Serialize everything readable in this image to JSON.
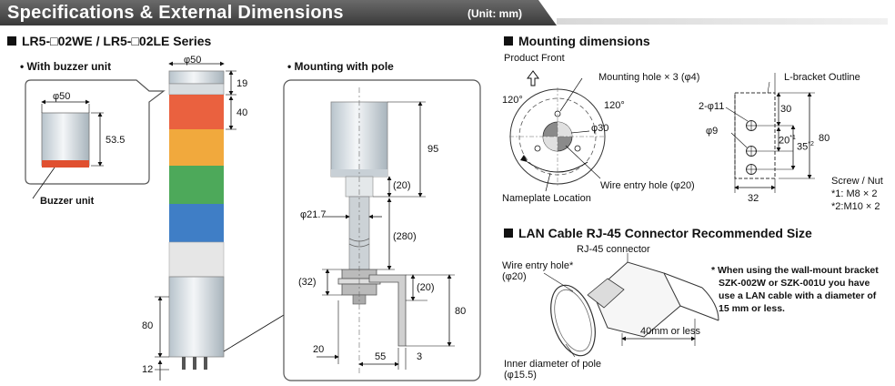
{
  "header": {
    "title": "Specifications & External Dimensions",
    "unit": "(Unit: mm)"
  },
  "left": {
    "series_title": "LR5-□02WE / LR5-□02LE Series",
    "buzzer_title": "• With buzzer unit",
    "buzzer_dims": {
      "dia": "φ50",
      "height": "53.5"
    },
    "buzzer_label": "Buzzer unit",
    "tower_dims": {
      "dia": "φ50",
      "d19": "19",
      "d40": "40",
      "d80": "80",
      "d12": "12"
    },
    "pole_title": "• Mounting with pole",
    "pole_dims": {
      "d95": "95",
      "d20a": "(20)",
      "dia217": "φ21.7",
      "d280": "(280)",
      "d32": "(32)",
      "d20b": "(20)",
      "d80": "80",
      "d20c": "20",
      "d55": "55",
      "d3": "3"
    }
  },
  "mounting": {
    "title": "Mounting dimensions",
    "product_front": "Product Front",
    "mounting_hole": "Mounting hole × 3 (φ4)",
    "angle1": "120°",
    "angle2": "120°",
    "dia30": "φ30",
    "wire_entry": "Wire entry hole (φ20)",
    "nameplate": "Nameplate Location",
    "bracket_outline": "L-bracket Outline",
    "hole2": "2-φ11",
    "hole9": "φ9",
    "d30": "30",
    "d20": "20",
    "d20_sup": "*1",
    "d35": "35",
    "d35_sup": "*2",
    "d80": "80",
    "d32": "32",
    "screw_title": "Screw / Nut",
    "screw1": "*1: M8 × 2",
    "screw2": "*2:M10 × 2"
  },
  "lan": {
    "title": "LAN Cable RJ-45 Connector Recommended Size",
    "rj45": "RJ-45 connector",
    "wire_entry_1": "Wire entry hole*",
    "wire_entry_2": "(φ20)",
    "length": "40mm or less",
    "inner_1": "Inner diameter of pole",
    "inner_2": "(φ15.5)",
    "note_1": "* When using the wall-mount bracket",
    "note_2": "SZK-002W or SZK-001U you have",
    "note_3": "use a LAN cable with a diameter of",
    "note_4": "15 mm or less."
  },
  "colors": {
    "red": "#e8502a",
    "orange": "#f0a028",
    "green": "#3aa048",
    "blue": "#2a70c0",
    "white": "#e6e6e6"
  }
}
